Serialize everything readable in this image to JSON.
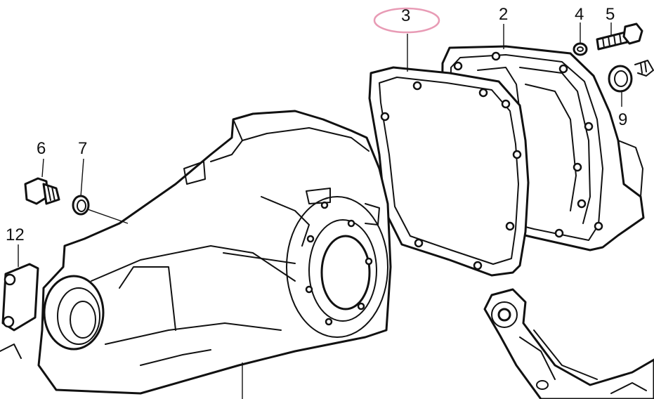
{
  "callouts": [
    {
      "id": "1",
      "text": "12"
    },
    {
      "id": "2",
      "text": "6"
    },
    {
      "id": "3",
      "text": "7"
    },
    {
      "id": "4",
      "text": "3"
    },
    {
      "id": "5",
      "text": "2"
    },
    {
      "id": "6",
      "text": "4"
    },
    {
      "id": "7",
      "text": "5"
    },
    {
      "id": "8",
      "text": "9"
    }
  ],
  "highlight": {
    "callout": "3",
    "color": "#e89bb5"
  },
  "colors": {
    "line": "#111111",
    "background": "#ffffff"
  }
}
